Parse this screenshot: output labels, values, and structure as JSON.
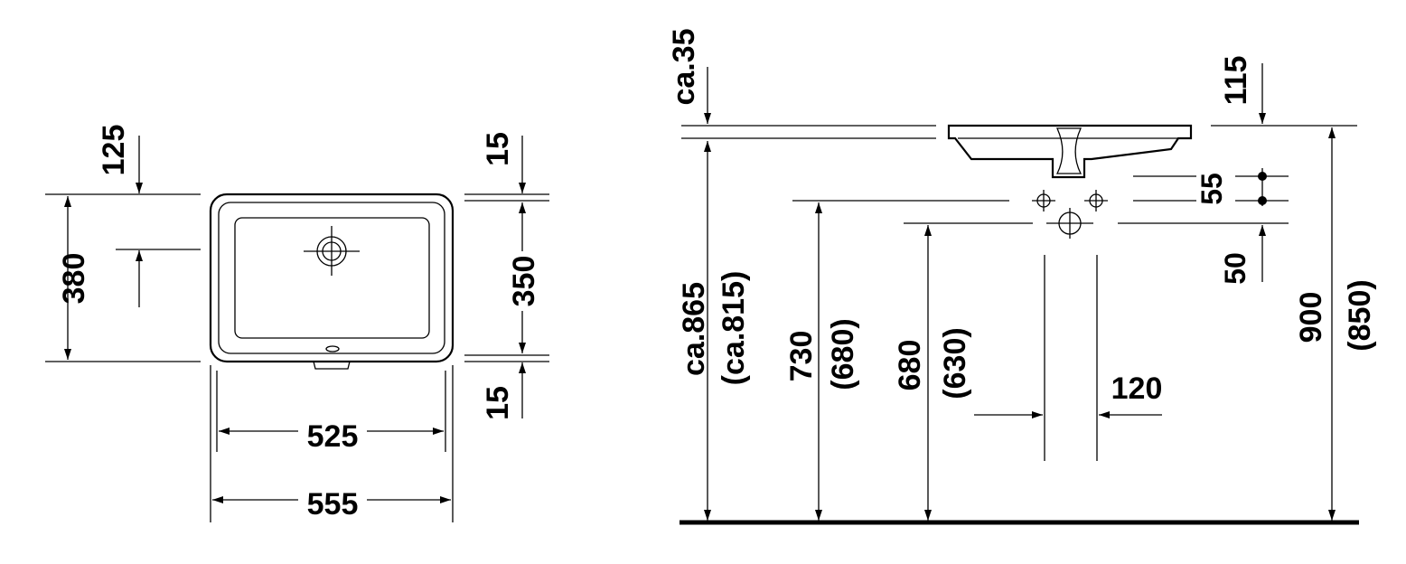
{
  "top_view": {
    "overall_depth": "380",
    "overflow_offset": "125",
    "rim_top": "15",
    "inner_depth": "350",
    "rim_bottom": "15",
    "inner_width": "525",
    "overall_width": "555"
  },
  "side_view": {
    "rim_height": "ca.35",
    "rim_above_floor": "ca.865",
    "rim_above_floor_alt": "(ca.815)",
    "tap_height": "730",
    "tap_height_alt": "(680)",
    "waste_height": "680",
    "waste_height_alt": "(630)",
    "waste_spacing": "120",
    "wall_offset": "115",
    "tap_spacing": "55",
    "waste_offset": "50",
    "total_height": "900",
    "total_height_alt": "(850)"
  }
}
